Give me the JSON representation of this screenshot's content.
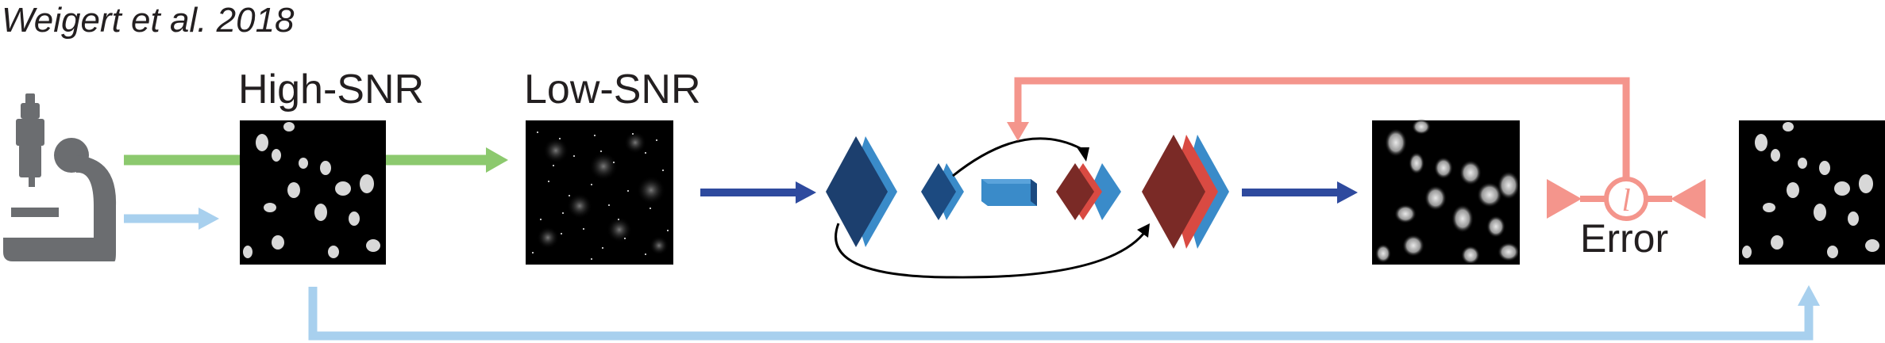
{
  "citation": "Weigert et al. 2018",
  "labels": {
    "high_snr": "High-SNR",
    "low_snr": "Low-SNR",
    "error": "Error",
    "loss_symbol": "l"
  },
  "colors": {
    "green_arrow": "#8cc96e",
    "light_blue_arrow": "#a8d0ee",
    "dark_blue_arrow": "#2e4a9e",
    "salmon_feedback": "#f4958c",
    "encoder_dark": "#1c3f6e",
    "encoder_light": "#3a8bc9",
    "decoder_dark": "#7a2a26",
    "decoder_red": "#d94a42",
    "microscope_gray": "#6b6d70"
  },
  "icons": [
    "microscope-icon",
    "loss-function-icon"
  ]
}
